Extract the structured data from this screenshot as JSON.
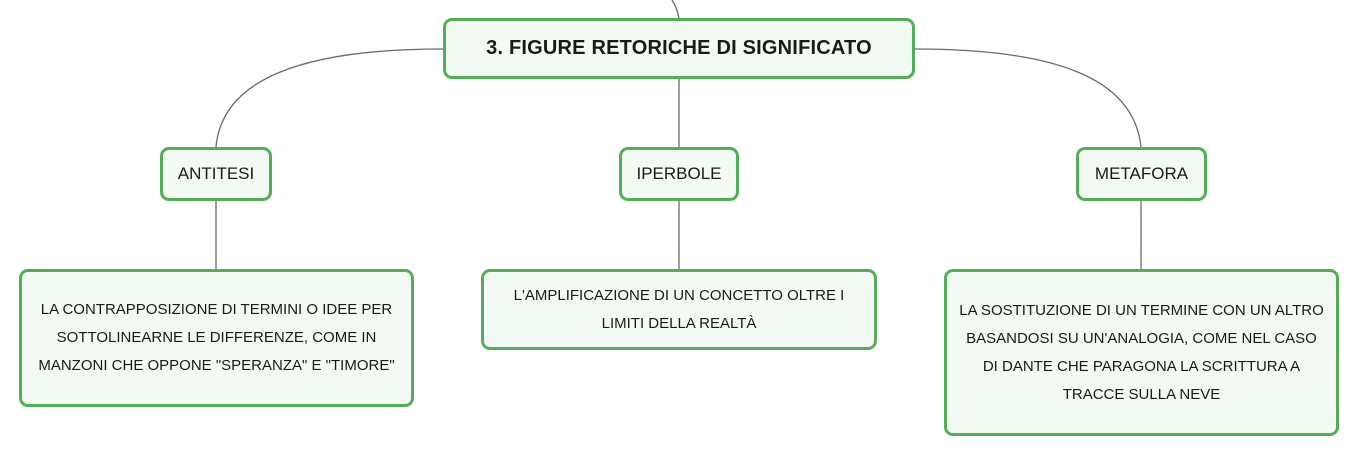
{
  "root": {
    "title": "3. FIGURE RETORICHE DI SIGNIFICATO"
  },
  "topics": [
    {
      "label": "ANTITESI",
      "description": "LA CONTRAPPOSIZIONE DI TERMINI O IDEE PER SOTTOLINEARNE LE DIFFERENZE, COME IN MANZONI CHE OPPONE \"SPERANZA\" E \"TIMORE\""
    },
    {
      "label": "IPERBOLE",
      "description": "L'AMPLIFICAZIONE DI UN CONCETTO OLTRE I LIMITI DELLA REALTÀ"
    },
    {
      "label": "METAFORA",
      "description": "LA SOSTITUZIONE DI UN TERMINE CON UN ALTRO BASANDOSI SU UN'ANALOGIA, COME NEL CASO DI DANTE CHE PARAGONA LA SCRITTURA A TRACCE SULLA NEVE"
    }
  ],
  "colors": {
    "node_border": "#55ad5a",
    "node_fill": "#f3faf3",
    "connector": "#6b6b6b"
  }
}
